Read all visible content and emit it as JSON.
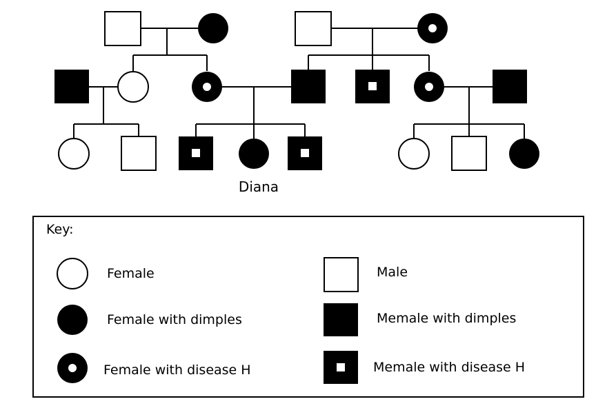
{
  "diagram": {
    "name_label": "Diana",
    "key": {
      "title": "Key:",
      "female": "Female",
      "female_dimples": "Female with dimples",
      "female_disease": "Female with disease H",
      "male": "Male",
      "male_dimples": "Memale with dimples",
      "male_disease": "Memale with disease H"
    }
  }
}
